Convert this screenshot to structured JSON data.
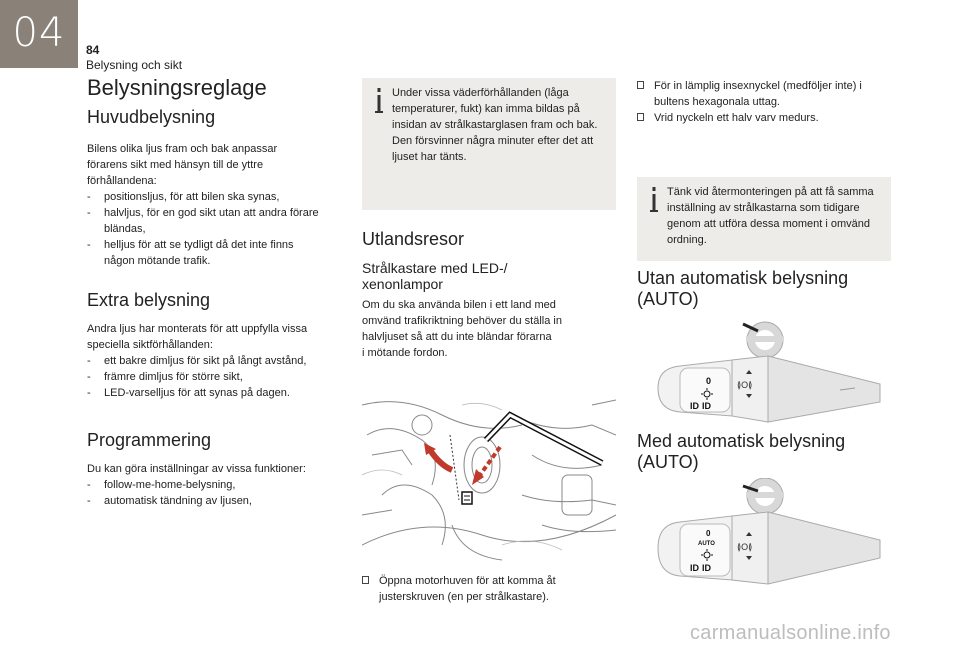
{
  "header": {
    "chapter_number": "04",
    "page_number": "84",
    "chapter_title": "Belysning och sikt"
  },
  "col1": {
    "title": "Belysningsreglage",
    "main_heading": "Huvudbelysning",
    "main_lines": [
      "Bilens olika ljus fram och bak anpassar",
      "förarens sikt med hänsyn till de yttre",
      "förhållandena:"
    ],
    "main_items": [
      {
        "dash": "-",
        "lines": [
          "positionsljus, för att bilen ska synas,"
        ]
      },
      {
        "dash": "-",
        "lines": [
          "halvljus, för en god sikt utan att andra förare",
          "bländas,"
        ]
      },
      {
        "dash": "-",
        "lines": [
          "helljus för att se tydligt då det inte finns",
          "någon mötande trafik."
        ]
      }
    ],
    "extra_heading": "Extra belysning",
    "extra_lines": [
      "Andra ljus har monterats för att uppfylla vissa",
      "speciella siktförhållanden:"
    ],
    "extra_items": [
      {
        "dash": "-",
        "lines": [
          "ett bakre dimljus för sikt på långt avstånd,"
        ]
      },
      {
        "dash": "-",
        "lines": [
          "främre dimljus för större sikt,"
        ]
      },
      {
        "dash": "-",
        "lines": [
          "LED-varselljus för att synas på dagen."
        ]
      }
    ],
    "prog_heading": "Programmering",
    "prog_lines": [
      "Du kan göra inställningar av vissa funktioner:"
    ],
    "prog_items": [
      {
        "dash": "-",
        "lines": [
          "follow-me-home-belysning,"
        ]
      },
      {
        "dash": "-",
        "lines": [
          "automatisk tändning av ljusen,"
        ]
      }
    ]
  },
  "col2": {
    "info_lines": [
      "Under vissa väderförhållanden (låga",
      "temperaturer, fukt) kan imma bildas på",
      "insidan av strålkastarglasen fram och bak.",
      "Den försvinner några minuter efter det att",
      "ljuset har tänts."
    ],
    "abroad_heading": "Utlandsresor",
    "led_heading_lines": [
      "Strålkastare med LED-/",
      "xenonlampor"
    ],
    "led_lines": [
      "Om du ska använda bilen i ett land med",
      "omvänd trafikriktning behöver du ställa in",
      "halvljuset så att du inte bländar förarna",
      "i mötande fordon."
    ],
    "step_lines": [
      "Öppna motorhuven för att komma åt",
      "justerskruven (en per strålkastare)."
    ]
  },
  "col3": {
    "steps": [
      {
        "lines": [
          "För in lämplig insexnyckel (medföljer inte) i",
          "bultens hexagonala uttag."
        ]
      },
      {
        "lines": [
          "Vrid nyckeln ett halv varv medurs."
        ]
      }
    ],
    "info_lines": [
      "Tänk vid återmonteringen på att få samma",
      "inställning av strålkastarna som tidigare",
      "genom att utföra dessa moment i omvänd",
      "ordning."
    ],
    "no_auto_heading": [
      "Utan automatisk belysning",
      "(AUTO)"
    ],
    "auto_heading": [
      "Med automatisk belysning",
      "(AUTO)"
    ],
    "stalk_zero": "0",
    "stalk_auto": "AUTO"
  },
  "footer": {
    "watermark": "carmanualsonline.info"
  }
}
